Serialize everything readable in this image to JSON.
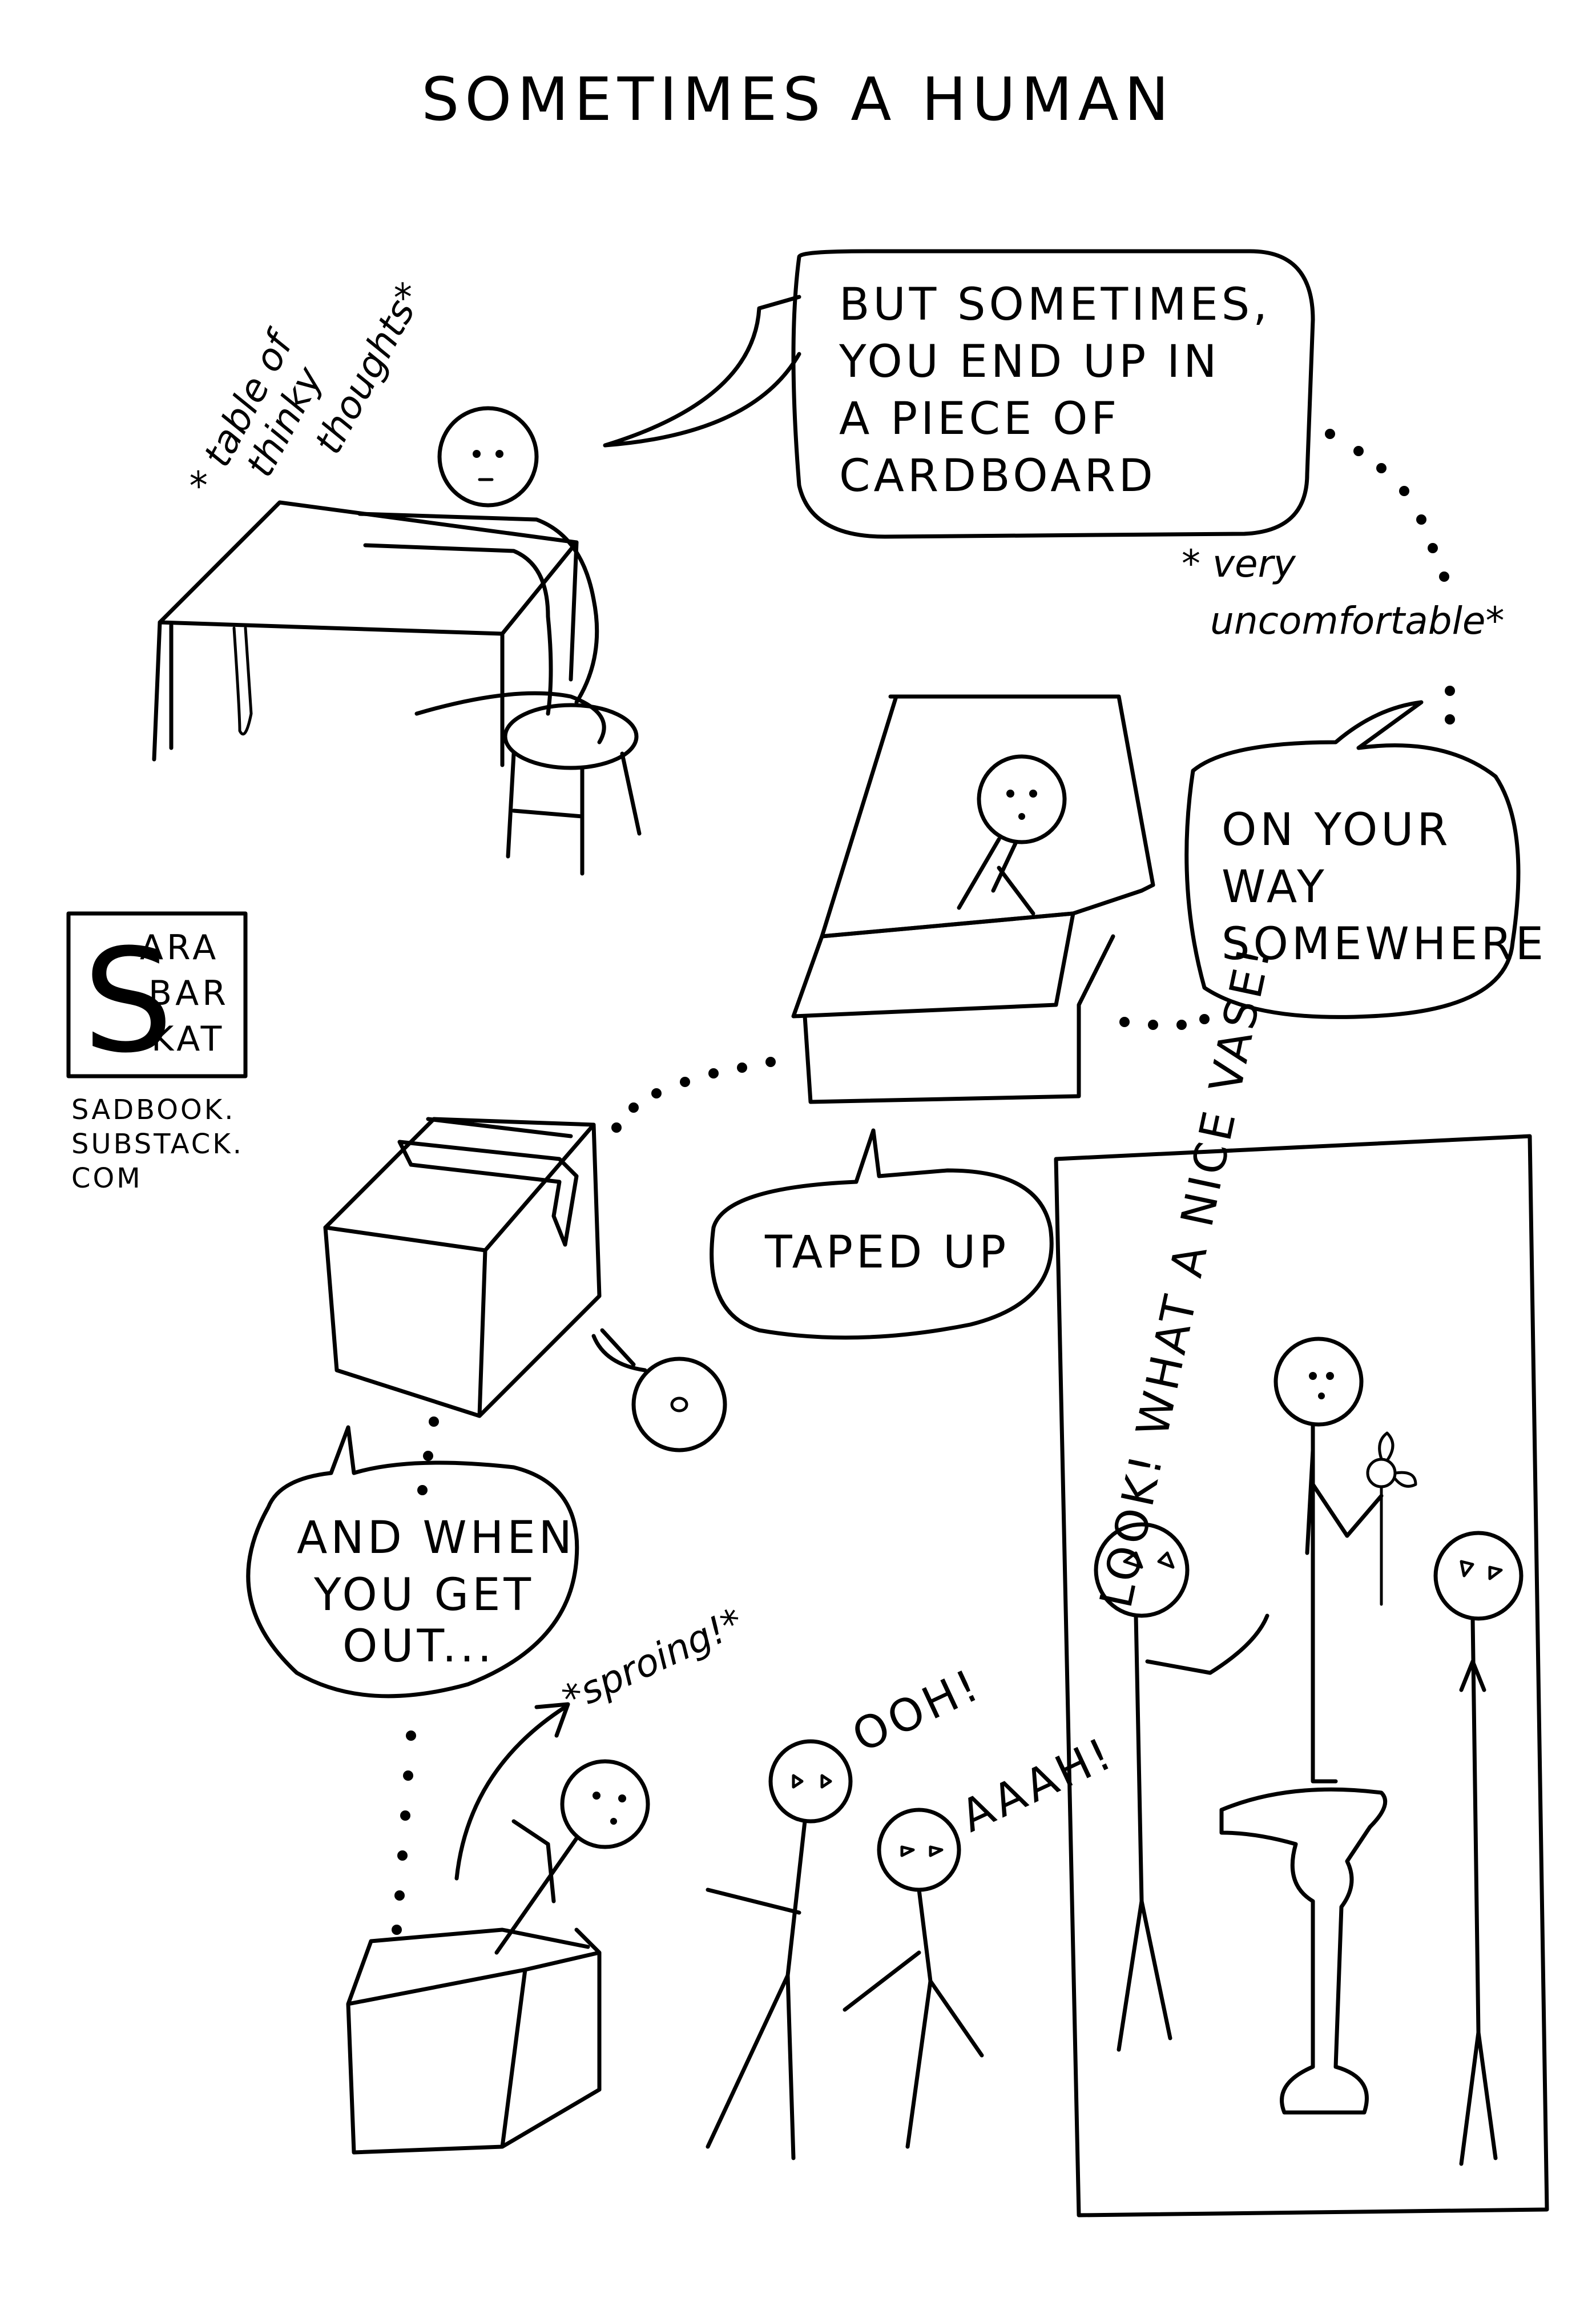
{
  "title": "SOMETIMES A HUMAN",
  "labels": {
    "table_note_1": "* table of",
    "table_note_2": "thinky",
    "table_note_3": "thoughts*",
    "very_note_1": "* very",
    "very_note_2": "uncomfortable*",
    "sproing": "*sproing!*",
    "ooh": "OOH!",
    "aaah": "AAAH!",
    "look": "LOOK! WHAT A NICE VASE!"
  },
  "bubbles": {
    "cardboard": [
      "BUT SOMETIMES,",
      "YOU END UP IN",
      "A PIECE OF",
      "CARDBOARD"
    ],
    "on_your_way": [
      "ON YOUR",
      "WAY",
      "SOMEWHERE"
    ],
    "taped_up": [
      "TAPED UP"
    ],
    "get_out": [
      "AND WHEN",
      "YOU GET",
      "OUT..."
    ]
  },
  "signature": {
    "initial": "S",
    "lines": [
      "ARA",
      "BAR",
      "KAT"
    ],
    "url": [
      "SADBOOK.",
      "SUBSTACK.",
      "COM"
    ]
  },
  "colors": {
    "ink": "#000000",
    "paper": "#ffffff"
  }
}
